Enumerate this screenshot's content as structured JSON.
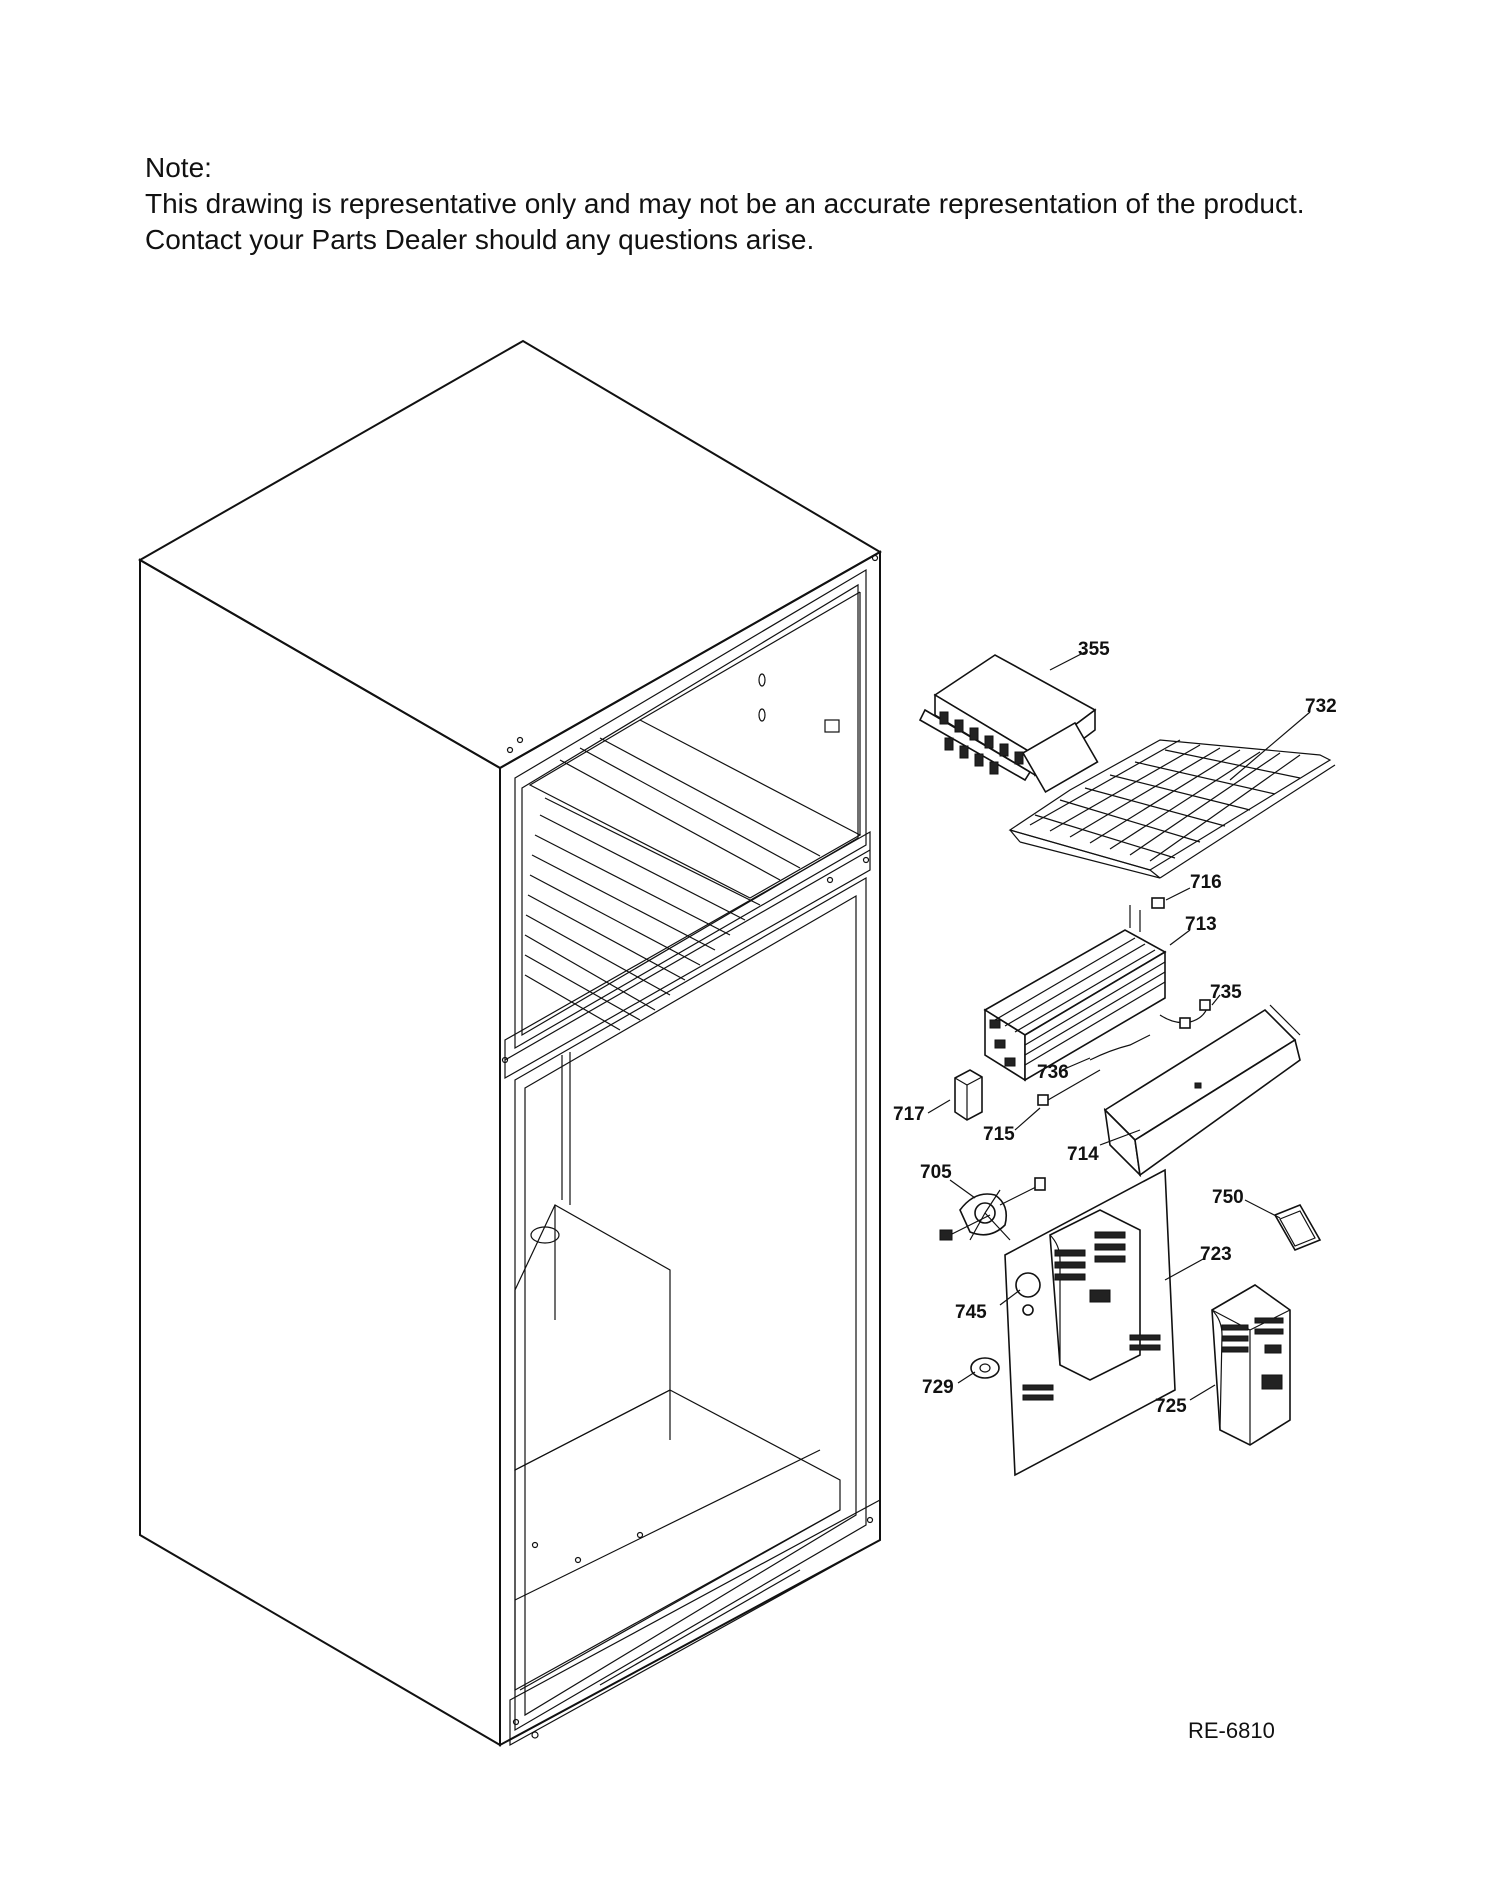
{
  "note": {
    "heading": "Note:",
    "line1": "This drawing is representative only and may not be an accurate representation of the product.",
    "line2": "Contact your Parts Dealer should any questions arise."
  },
  "diagram_code": "RE-6810",
  "parts": {
    "p355": "355",
    "p732": "732",
    "p716": "716",
    "p713": "713",
    "p735": "735",
    "p736": "736",
    "p717": "717",
    "p715": "715",
    "p714": "714",
    "p705": "705",
    "p750": "750",
    "p723": "723",
    "p745": "745",
    "p729": "729",
    "p725": "725"
  }
}
